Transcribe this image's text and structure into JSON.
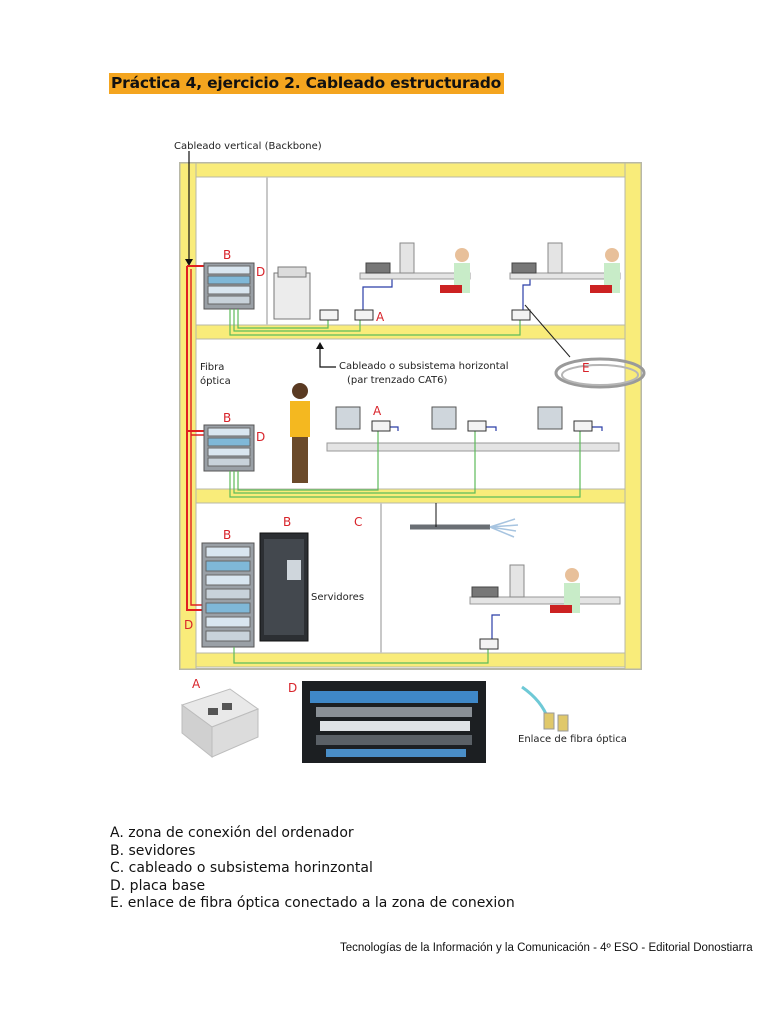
{
  "title": "Práctica 4, ejercicio 2. Cableado estructurado",
  "figure": {
    "backbone_label": "Cableado vertical (Backbone)",
    "fibra_label_1": "Fibra",
    "fibra_label_2": "óptica",
    "horizontal_label_1": "Cableado o subsistema horizontal",
    "horizontal_label_2": "(par trenzado CAT6)",
    "servidores_label": "Servidores",
    "enlace_label": "Enlace de fibra óptica",
    "letters": {
      "a": "A",
      "b": "B",
      "c": "C",
      "d": "D",
      "e": "E"
    },
    "colors": {
      "floor": "#f9ec7a",
      "frame": "#b8b8a8",
      "label_red": "#d8232a",
      "fiber": "#e02020",
      "cable_green": "#5dbb5a",
      "cable_blue": "#2b3ea8"
    }
  },
  "legend": [
    "A. zona de conexión del ordenador",
    "B. sevidores",
    "C. cableado o subsistema horinzontal",
    "D. placa base",
    "E. enlace de fibra óptica conectado a la zona de conexion"
  ],
  "footer": "Tecnologías de la Información y la Comunicación - 4º ESO - Editorial Donostiarra"
}
